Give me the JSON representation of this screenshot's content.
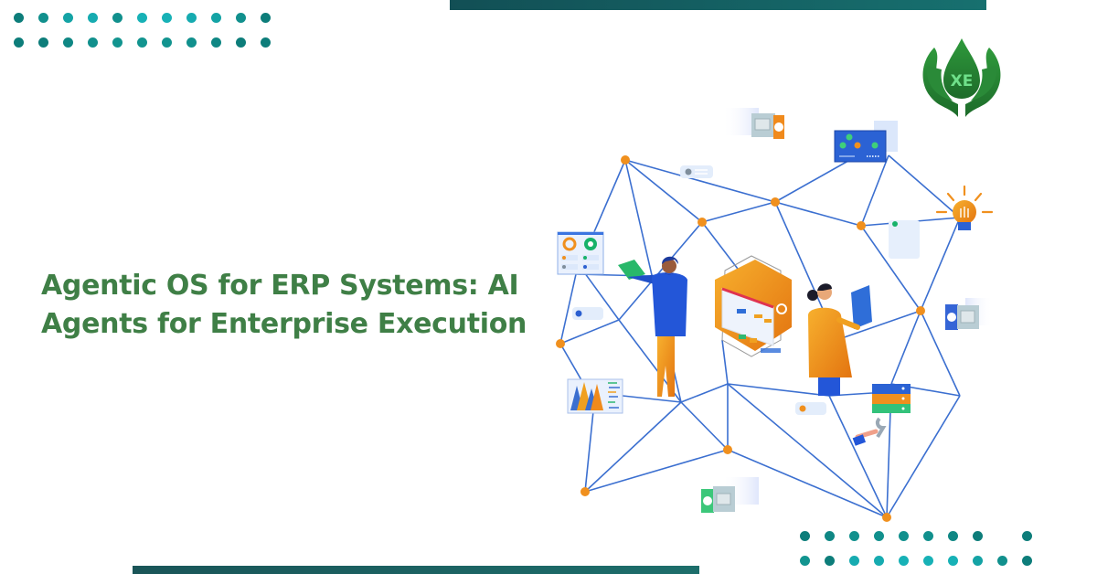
{
  "headline": {
    "line1": "Agentic OS for ERP Systems: AI",
    "line2": "Agents for Enterprise Execution"
  },
  "brand": {
    "logo_icon": "leaf-drop-xe-logo-icon",
    "logo_text": "XE"
  },
  "colors": {
    "headline": "#3f7f46",
    "accent_teal": "#17706f",
    "dark_teal": "#124f55",
    "node_orange": "#f0901e",
    "line_blue": "#3b6fd0",
    "logo_green": "#2e8b3a"
  },
  "illustration": {
    "description": "network-of-ai-agents-illustration",
    "elements": [
      "man-with-folder",
      "woman-with-tablet",
      "orange-cube-dashboard",
      "server-stack-with-wrench",
      "lightbulb",
      "dashboard-card",
      "chart-card",
      "camera-boxes"
    ]
  }
}
